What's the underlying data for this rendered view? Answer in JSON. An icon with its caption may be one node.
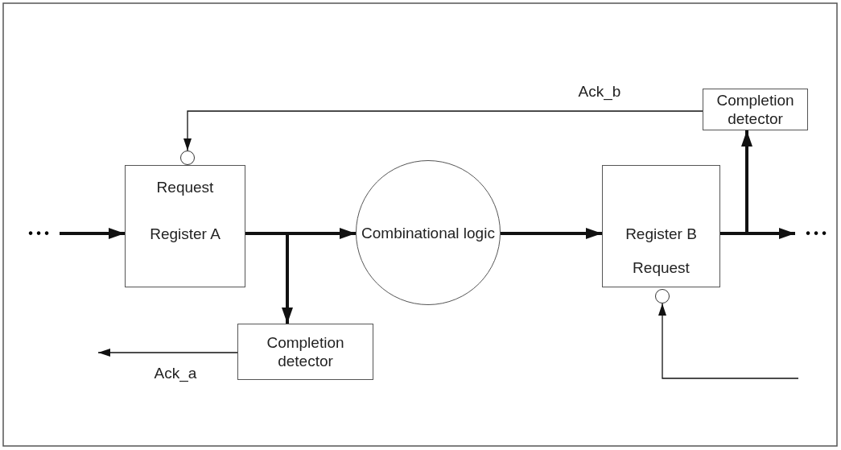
{
  "diagram": {
    "nodes": [
      {
        "text": [
          "Request",
          "Register A"
        ]
      },
      {
        "text": [
          "Combinational logic"
        ]
      },
      {
        "text": [
          "Register B",
          "Request"
        ]
      },
      {
        "text": [
          "Completion detector"
        ]
      },
      {
        "text": [
          "Completion detector"
        ]
      },
      {
        "text": [],
        "shape": "circle"
      },
      {
        "text": [],
        "shape": "circle"
      },
      {
        "text": [
          "• • •"
        ]
      },
      {
        "text": [
          "• • •"
        ]
      }
    ],
    "edges": [
      {
        "from": 7,
        "to": 0,
        "arrow": "to"
      },
      {
        "from": 0,
        "to": 1,
        "arrow": "to"
      },
      {
        "from": 0,
        "to": 4,
        "arrow": "to"
      },
      {
        "from": 1,
        "to": 2,
        "arrow": "to"
      },
      {
        "from": 2,
        "to": 8,
        "arrow": "to"
      },
      {
        "from": 2,
        "to": 3,
        "arrow": "to"
      },
      {
        "from": 3,
        "to": 5,
        "arrow": "to",
        "label": "Ack_b"
      },
      {
        "from": 4,
        "to": null,
        "arrow": "to",
        "label": "Ack_a"
      },
      {
        "from": null,
        "to": 6,
        "arrow": "to"
      }
    ]
  }
}
